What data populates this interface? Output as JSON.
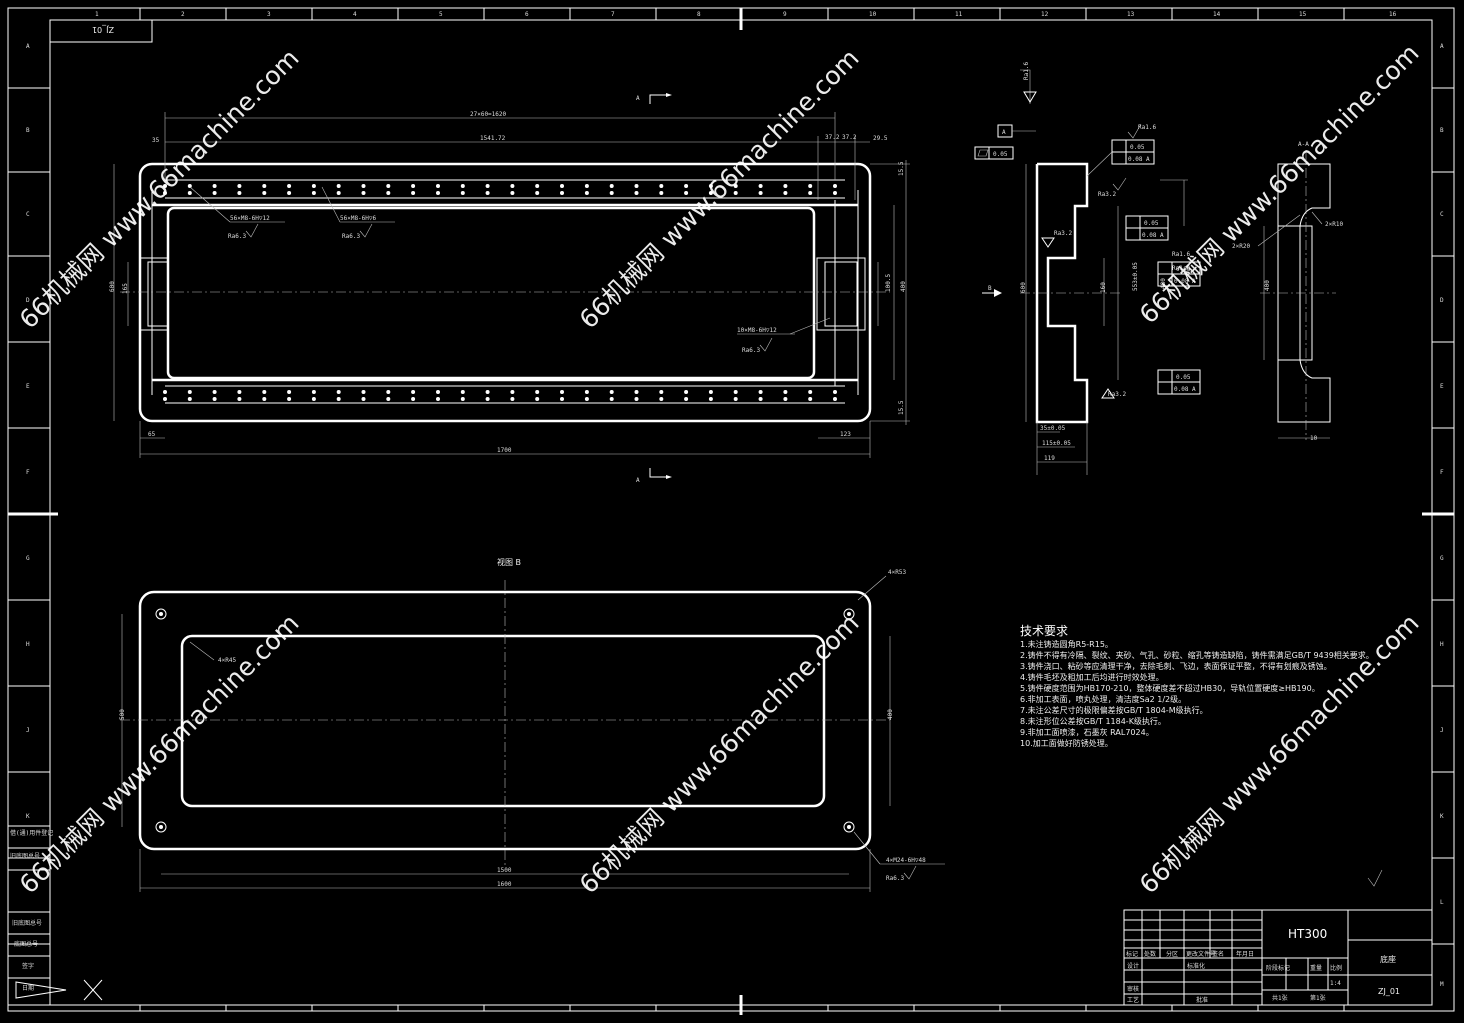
{
  "frame": {
    "col_numbers": [
      "1",
      "2",
      "3",
      "4",
      "5",
      "6",
      "7",
      "8",
      "9",
      "10",
      "11",
      "12",
      "13",
      "14",
      "15",
      "16"
    ],
    "row_letters": [
      "A",
      "B",
      "C",
      "D",
      "E",
      "F",
      "G",
      "H",
      "J",
      "K",
      "L",
      "M"
    ],
    "corner_code": "ZJ_01"
  },
  "left_strip": [
    "借(通)用件登记",
    "旧底图总号",
    "底图总号",
    "签字",
    "日期"
  ],
  "top_view": {
    "section_mark": "A",
    "dim_top": "27×60=1620",
    "dim_1541": "1541.72",
    "dim_27a": "37.2",
    "dim_27b": "37.2",
    "dim_29": "29.5",
    "dim_35": "35",
    "dim_155a": "15.5",
    "dim_155b": "15.5",
    "dim_600": "600",
    "dim_165": "165",
    "dim_400": "400",
    "dim_1005": "100.5",
    "dim_65": "65",
    "dim_123": "123",
    "dim_1700": "1700",
    "callout_1": "56×M8-6H▽12",
    "callout_2": "56×M8-6H▽6",
    "callout_3": "10×M8-6H▽12",
    "rough_1": "Ra6.3",
    "rough_2": "Ra6.3",
    "rough_3": "Ra6.3"
  },
  "side_view": {
    "datum_a": "A",
    "flat_1": "0.05",
    "rough_top": "Ra1.6",
    "rough_32a": "Ra3.2",
    "rough_32b": "Ra3.2",
    "rough_32c": "Ra3.2",
    "rough_16b": "Ra1.6",
    "rough_16c": "Ra1.6",
    "fcf_1a": "0.05",
    "fcf_1b": "0.08 A",
    "fcf_2a": "0.05",
    "fcf_2b": "0.08 A",
    "fcf_3a": "0.05",
    "fcf_3b": "0.08 A",
    "fcf_4a": "0.05",
    "fcf_4b": "0.08 A",
    "dim_600": "600",
    "dim_160": "160",
    "dim_553": "553±0.05",
    "dim_480": "480",
    "dim_d1": "35±0.05",
    "dim_d2": "115±0.05",
    "dim_d3": "119",
    "view_b_arrow": "B"
  },
  "section_view": {
    "title": "A-A",
    "r10": "2×R10",
    "r20": "2×R20",
    "dim_400": "400",
    "dim_10": "10"
  },
  "bottom_view": {
    "title": "视图 B",
    "corner_holes": "4×R53",
    "inner_r": "4×R45",
    "dim_500": "500",
    "dim_400": "400",
    "dim_1500": "1500",
    "dim_1600": "1600",
    "callout": "4×M24-6H▽48",
    "rough": "Ra6.3"
  },
  "tech": {
    "heading": "技术要求",
    "lines": [
      "1.未注铸造圆角R5-R15。",
      "2.铸件不得有冷隔、裂纹、夹砂、气孔、砂粒、缩孔等铸造缺陷，铸件需满足GB/T 9439相关要求。",
      "3.铸件浇口、粘砂等应清理干净，去除毛刺、飞边，表面保证平整，不得有划痕及锈蚀。",
      "4.铸件毛坯及粗加工后均进行时效处理。",
      "5.铸件硬度范围为HB170-210，整体硬度差不超过HB30，导轨位置硬度≥HB190。",
      "6.非加工表面，喷丸处理，清洁度Sa2 1/2级。",
      "7.未注公差尺寸的极限偏差按GB/T 1804-M级执行。",
      "8.未注形位公差按GB/T 1184-K级执行。",
      "9.非加工面喷漆，石墨灰 RAL7024。",
      "10.加工面做好防锈处理。"
    ]
  },
  "title_block": {
    "material": "HT300",
    "part_name": "底座",
    "code": "ZJ_01",
    "hdr_row": [
      "标记",
      "处数",
      "分区",
      "更改文件号",
      "签名",
      "年月日"
    ],
    "stage_labels": [
      "阶段标记",
      "重量",
      "比例"
    ],
    "scale": "1:4",
    "rows": [
      "设计",
      "标准化",
      "审核",
      "工艺",
      "批准"
    ],
    "sheets": "共1张",
    "sheet_no": "第1张"
  },
  "watermark": "66机械网 www.66machine.com"
}
